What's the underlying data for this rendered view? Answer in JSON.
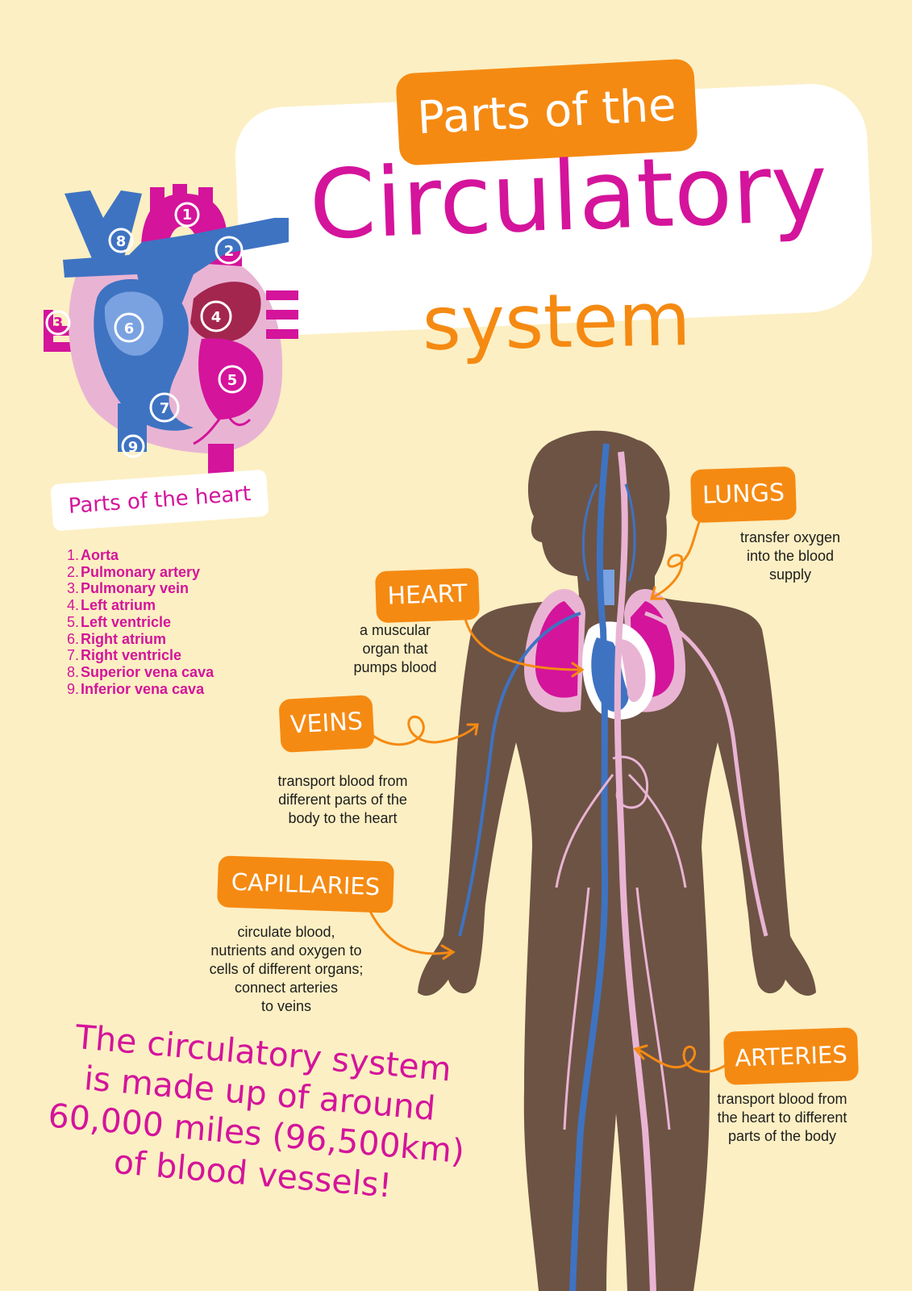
{
  "title": {
    "line1": "Parts of the",
    "line2": "Circulatory",
    "line3": "system"
  },
  "heart": {
    "legend_title": "Parts of the heart",
    "markers": [
      "1",
      "2",
      "3",
      "4",
      "5",
      "6",
      "7",
      "8",
      "9"
    ],
    "parts": [
      {
        "num": "1.",
        "name": "Aorta"
      },
      {
        "num": "2.",
        "name": "Pulmonary artery"
      },
      {
        "num": "3.",
        "name": "Pulmonary vein"
      },
      {
        "num": "4.",
        "name": "Left atrium"
      },
      {
        "num": "5.",
        "name": "Left ventricle"
      },
      {
        "num": "6.",
        "name": "Right atrium"
      },
      {
        "num": "7.",
        "name": "Right ventricle"
      },
      {
        "num": "8.",
        "name": "Superior vena cava"
      },
      {
        "num": "9.",
        "name": "Inferior vena cava"
      }
    ]
  },
  "labels": {
    "lungs": {
      "tag": "LUNGS",
      "desc": [
        "transfer oxygen",
        "into the blood",
        "supply"
      ]
    },
    "heart": {
      "tag": "HEART",
      "desc": [
        "a muscular",
        "organ that",
        "pumps blood"
      ]
    },
    "veins": {
      "tag": "VEINS",
      "desc": [
        "transport blood from",
        "different parts of the",
        "body to the heart"
      ]
    },
    "capillaries": {
      "tag": "CAPILLARIES",
      "desc": [
        "circulate blood,",
        "nutrients and oxygen to",
        "cells of different organs;",
        "connect arteries",
        "to veins"
      ]
    },
    "arteries": {
      "tag": "ARTERIES",
      "desc": [
        "transport blood from",
        "the heart to different",
        "parts of the body"
      ]
    }
  },
  "fact": [
    "The circulatory system",
    "is made up of around",
    "60,000 miles (96,500km)",
    "of blood vessels!"
  ],
  "colors": {
    "background": "#fcefc3",
    "orange": "#f58a12",
    "magenta": "#d4149b",
    "blue": "#3e73c2",
    "pink": "#e9b4d3",
    "body": "#6d5344"
  }
}
